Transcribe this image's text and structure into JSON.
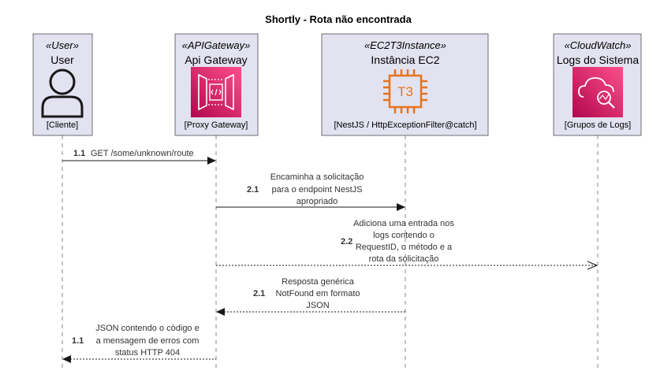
{
  "title": "Shortly - Rota não encontrada",
  "participants": [
    {
      "stereotype": "«User»",
      "name": "User",
      "label": "[Cliente]",
      "icon": "user-icon"
    },
    {
      "stereotype": "«APIGateway»",
      "name": "Api Gateway",
      "label": "[Proxy Gateway]",
      "icon": "api-gateway-icon",
      "color": "#D5235F"
    },
    {
      "stereotype": "«EC2T3Instance»",
      "name": "Instância EC2",
      "label": "[NestJS / HttpExceptionFilter@catch]",
      "icon": "ec2-t3-icon",
      "icon_text": "T3",
      "color": "#E5741F"
    },
    {
      "stereotype": "«CloudWatch»",
      "name": "Logs do Sistema",
      "label": "[Grupos de Logs]",
      "icon": "cloudwatch-icon",
      "color": "#D5235F"
    }
  ],
  "messages": [
    {
      "seq": "1.1",
      "lines": [
        "GET /some/unknown/route"
      ],
      "style": "solid"
    },
    {
      "seq": "2.1",
      "lines": [
        "Encaminha a solicitação",
        "para o endpoint NestJS",
        "apropriado"
      ],
      "style": "solid"
    },
    {
      "seq": "2.2",
      "lines": [
        "Adiciona uma entrada nos",
        "logs contendo o",
        "RequestID, o método e a",
        "rota da solicitação"
      ],
      "style": "dashed-open"
    },
    {
      "seq": "2.1",
      "lines": [
        "Resposta genérica",
        "NotFound em formato",
        "JSON"
      ],
      "style": "dashed"
    },
    {
      "seq": "1.1",
      "lines": [
        "JSON contendo o código e",
        "a mensagem de erros com",
        "status HTTP 404"
      ],
      "style": "dashed"
    }
  ]
}
